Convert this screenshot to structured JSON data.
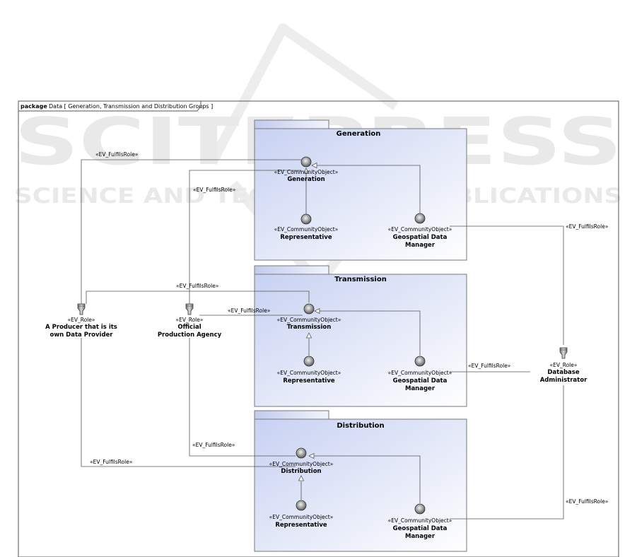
{
  "frame": {
    "keyword": "package",
    "label": "Data [ Generation, Transmission and Distribution Groups ]"
  },
  "watermark": {
    "brand": "SCITEPRESS",
    "tagline": "SCIENCE AND TECHNOLOGY PUBLICATIONS"
  },
  "packages": {
    "generation": {
      "title": "Generation",
      "main": {
        "stereotype": "«EV_CommunityObject»",
        "name": "Generation"
      },
      "rep": {
        "stereotype": "«EV_CommunityObject»",
        "name": "Representative"
      },
      "gdm": {
        "stereotype": "«EV_CommunityObject»",
        "name1": "Geospatial Data",
        "name2": "Manager"
      }
    },
    "transmission": {
      "title": "Transmission",
      "main": {
        "stereotype": "«EV_CommunityObject»",
        "name": "Transmission"
      },
      "rep": {
        "stereotype": "«EV_CommunityObject»",
        "name": "Representative"
      },
      "gdm": {
        "stereotype": "«EV_CommunityObject»",
        "name1": "Geospatial Data",
        "name2": "Manager"
      }
    },
    "distribution": {
      "title": "Distribution",
      "main": {
        "stereotype": "«EV_CommunityObject»",
        "name": "Distribution"
      },
      "rep": {
        "stereotype": "«EV_CommunityObject»",
        "name": "Representative"
      },
      "gdm": {
        "stereotype": "«EV_CommunityObject»",
        "name1": "Geospatial Data",
        "name2": "Manager"
      }
    }
  },
  "roles": {
    "producer": {
      "stereotype": "«EV_Role»",
      "name1": "A Producer that is its",
      "name2": "own Data Provider"
    },
    "official": {
      "stereotype": "«EV_Role»",
      "name1": "Official",
      "name2": "Production Agency"
    },
    "dba": {
      "stereotype": "«EV_Role»",
      "name1": "Database",
      "name2": "Administrator"
    }
  },
  "relations": {
    "fulfills": "«EV_FulfilsRole»"
  }
}
